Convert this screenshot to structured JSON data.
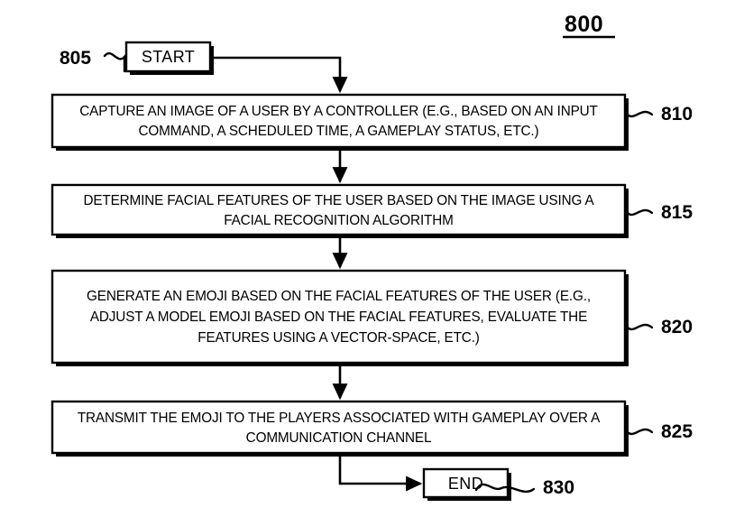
{
  "figure": {
    "number": "800",
    "underlined": true
  },
  "colors": {
    "ink": "#000000",
    "paper": "#ffffff"
  },
  "chart_data": {
    "type": "diagram",
    "title": "800",
    "diagram_kind": "flowchart",
    "orientation": "top-to-bottom",
    "nodes": [
      {
        "id": "805",
        "ref": "805",
        "shape": "terminator",
        "label": "START"
      },
      {
        "id": "810",
        "ref": "810",
        "shape": "process",
        "label": "CAPTURE AN IMAGE OF A USER BY A CONTROLLER (E.G., BASED ON AN INPUT COMMAND, A SCHEDULED TIME, A GAMEPLAY STATUS, ETC.)"
      },
      {
        "id": "815",
        "ref": "815",
        "shape": "process",
        "label": "DETERMINE FACIAL FEATURES OF THE USER BASED ON THE IMAGE USING A FACIAL RECOGNITION ALGORITHM"
      },
      {
        "id": "820",
        "ref": "820",
        "shape": "process",
        "label": "GENERATE AN EMOJI BASED ON THE FACIAL FEATURES OF THE USER (E.G., ADJUST A MODEL EMOJI BASED ON THE FACIAL FEATURES, EVALUATE THE FEATURES USING A VECTOR-SPACE, ETC.)"
      },
      {
        "id": "825",
        "ref": "825",
        "shape": "process",
        "label": "TRANSMIT THE EMOJI TO THE PLAYERS ASSOCIATED WITH GAMEPLAY OVER A COMMUNICATION CHANNEL"
      },
      {
        "id": "830",
        "ref": "830",
        "shape": "terminator",
        "label": "END"
      }
    ],
    "edges": [
      {
        "from": "805",
        "to": "810",
        "style": "elbow-arrow"
      },
      {
        "from": "810",
        "to": "815",
        "style": "straight-arrow"
      },
      {
        "from": "815",
        "to": "820",
        "style": "straight-arrow"
      },
      {
        "from": "820",
        "to": "825",
        "style": "straight-arrow"
      },
      {
        "from": "825",
        "to": "830",
        "style": "elbow-arrow"
      }
    ]
  },
  "steps": {
    "start": {
      "ref": "805",
      "label": "START"
    },
    "capture": {
      "ref": "810",
      "line1": "CAPTURE AN IMAGE OF A USER BY A CONTROLLER (E.G., BASED ON AN INPUT",
      "line2": "COMMAND, A SCHEDULED TIME, A GAMEPLAY STATUS, ETC.)"
    },
    "determine": {
      "ref": "815",
      "line1": "DETERMINE FACIAL FEATURES OF THE USER BASED ON THE IMAGE USING A",
      "line2": "FACIAL RECOGNITION ALGORITHM"
    },
    "generate": {
      "ref": "820",
      "line1": "GENERATE AN EMOJI BASED ON THE FACIAL FEATURES OF THE USER (E.G.,",
      "line2": "ADJUST A MODEL EMOJI BASED ON THE FACIAL FEATURES, EVALUATE THE",
      "line3": "FEATURES USING A VECTOR-SPACE, ETC.)"
    },
    "transmit": {
      "ref": "825",
      "line1": "TRANSMIT THE EMOJI TO THE PLAYERS ASSOCIATED WITH GAMEPLAY OVER A",
      "line2": "COMMUNICATION CHANNEL"
    },
    "end": {
      "ref": "830",
      "label": "END"
    }
  }
}
